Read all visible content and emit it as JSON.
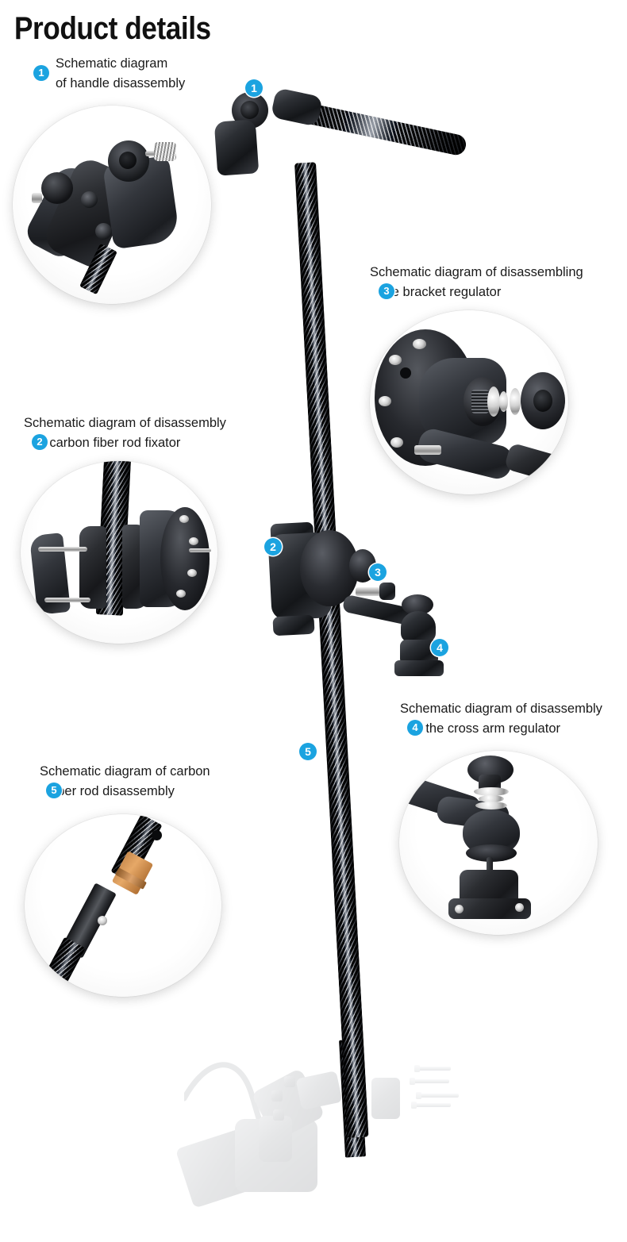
{
  "page": {
    "title": "Product details",
    "background_color": "#ffffff",
    "accent_color": "#1ba3e0",
    "text_color": "#1a1a1a"
  },
  "callouts": [
    {
      "number": "1",
      "caption_line1": "Schematic diagram",
      "caption_line2": "of handle disassembly",
      "inset_alt": "Close-up exploded view of the handle joint clamp with hex screws and a threaded knob pin",
      "subject": "handle"
    },
    {
      "number": "2",
      "caption_line1": "Schematic diagram of disassembly",
      "caption_line2": "of carbon fiber rod fixator",
      "inset_alt": "Exploded view of the two-part clamp collar and round mounting plate around the carbon fiber rod",
      "subject": "carbon fiber rod fixator"
    },
    {
      "number": "3",
      "caption_line1": "Schematic diagram of disassembling",
      "caption_line2": "the bracket regulator",
      "inset_alt": "Exploded view of round AMPS plate, ball socket, washers and knurled tightening knob",
      "subject": "bracket regulator"
    },
    {
      "number": "4",
      "caption_line1": "Schematic diagram of disassembly",
      "caption_line2": "of the cross arm regulator",
      "inset_alt": "Exploded view of the cross arm ball head with washers, spring and square base",
      "subject": "cross arm regulator"
    },
    {
      "number": "5",
      "caption_line1": "Schematic diagram of carbon",
      "caption_line2": "fiber rod disassembly",
      "inset_alt": "Carbon fiber rod separated at the copper coloured connector joint",
      "subject": "carbon fiber rod"
    }
  ],
  "hero": {
    "alt": "Carbon fiber boom pole with angled handle, clamp hub, bracket regulator and cross arm regulator",
    "markers": [
      "1",
      "2",
      "3",
      "4",
      "5"
    ],
    "ghost_base_alt": "Faded exploded view of the mounting base, cable, nuts and four long bolts"
  }
}
